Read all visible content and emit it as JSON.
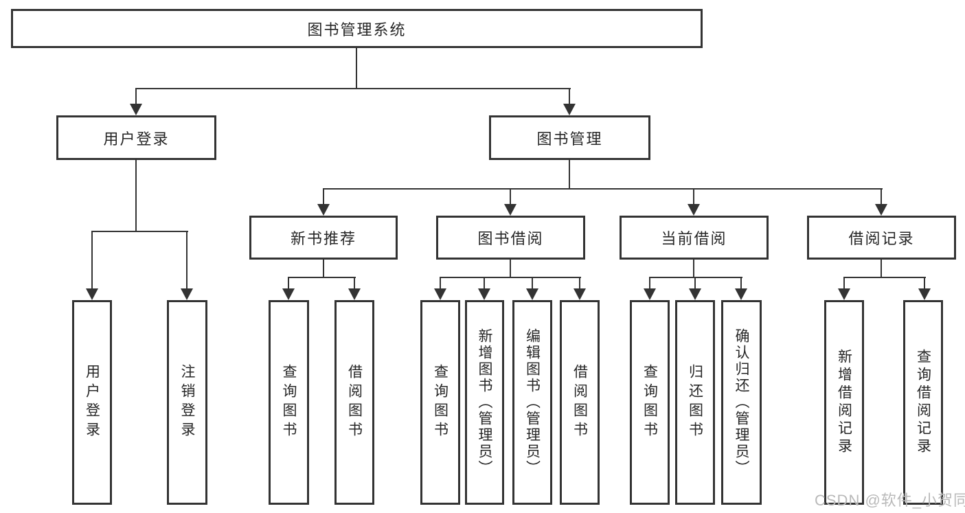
{
  "nodes": {
    "root": "图书管理系统",
    "level2": [
      "用户登录",
      "图书管理"
    ],
    "level3": [
      "新书推荐",
      "图书借阅",
      "当前借阅",
      "借阅记录"
    ],
    "leaves": [
      "用户登录",
      "注销登录",
      "查询图书",
      "借阅图书",
      "查询图书",
      "新增图书（管理员）",
      "编辑图书（管理员）",
      "借阅图书",
      "查询图书",
      "归还图书",
      "确认归还（管理员）",
      "新增借阅记录",
      "查询借阅记录"
    ]
  },
  "watermark": "CSDN @软件_小贺同学",
  "colors": {
    "line": "#333333",
    "text": "#262626",
    "watermark": "#b9b9b9",
    "background": "#ffffff"
  }
}
